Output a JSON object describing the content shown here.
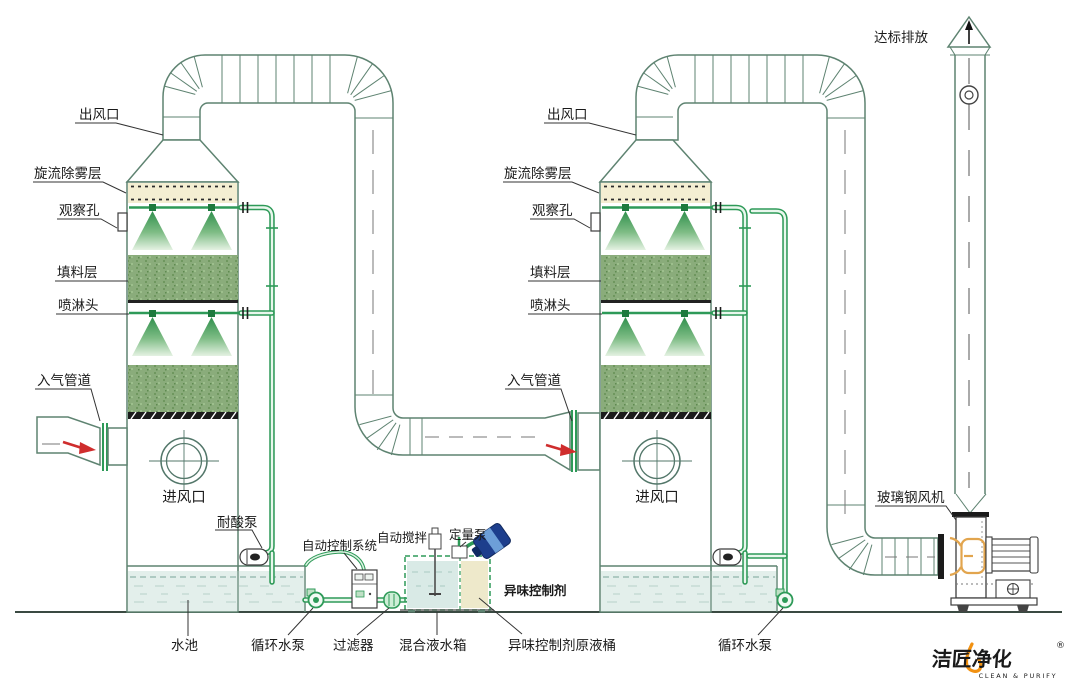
{
  "towers": {
    "left": {
      "air_outlet": "出风口",
      "demister": "旋流除雾层",
      "observation": "观察孔",
      "packing": "填料层",
      "spray_head": "喷淋头",
      "gas_inlet": "入气管道",
      "air_inlet": "进风口",
      "acid_pump": "耐酸泵",
      "pool": "水池",
      "circ_pump": "循环水泵"
    },
    "right": {
      "air_outlet": "出风口",
      "demister": "旋流除雾层",
      "observation": "观察孔",
      "packing": "填料层",
      "spray_head": "喷淋头",
      "gas_inlet": "入气管道",
      "air_inlet": "进风口",
      "circ_pump": "循环水泵"
    }
  },
  "treatment": {
    "control_system": "自动控制系统",
    "auto_stir": "自动搅拌",
    "metering_pump": "定量泵",
    "odor_agent": "异味控制剂",
    "filter": "过滤器",
    "mix_tank": "混合液水箱",
    "barrel": "异味控制剂原液桶"
  },
  "stack": {
    "emission_label": "达标排放"
  },
  "fan": {
    "label": "玻璃钢风机"
  },
  "logo": {
    "name": "洁匠净化",
    "reg": "®",
    "tagline": "CLEAN & PURIFY"
  },
  "colors": {
    "pipe_green": "#2e9a58",
    "odor_accent": "#e0821c",
    "arrow_red": "#cf2d2d",
    "logo_green": "#43ae49",
    "logo_orange": "#f29111"
  }
}
